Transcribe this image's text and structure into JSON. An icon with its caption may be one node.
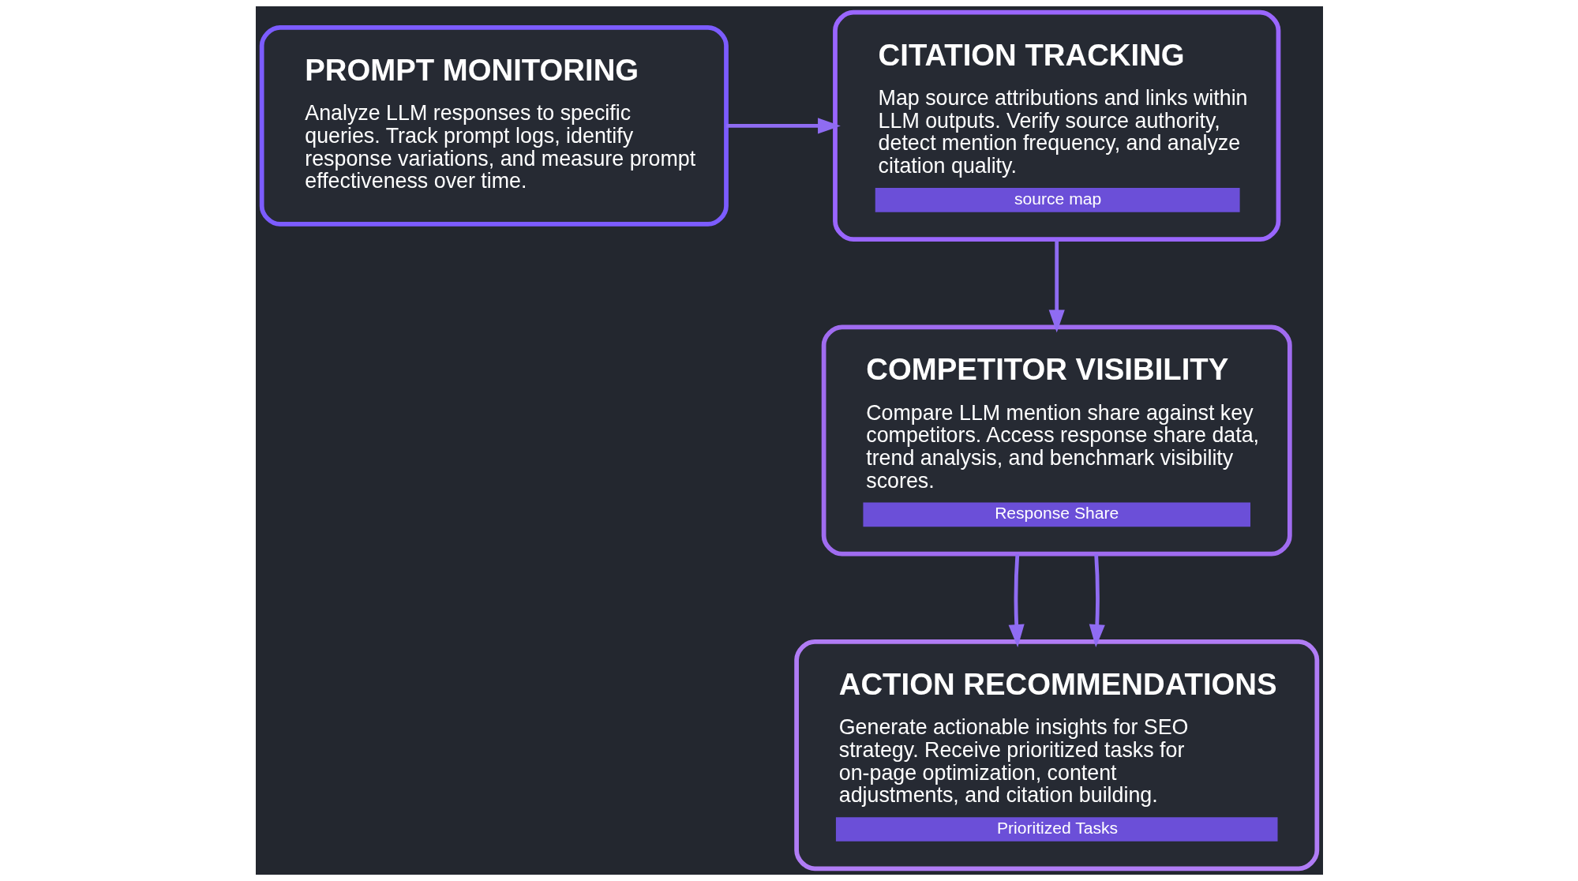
{
  "diagram": {
    "nodes": [
      {
        "text": [
          "PROMPT MONITORING",
          "Analyze LLM responses to specific queries. Track prompt logs, identify response variations, and measure prompt effectiveness over time."
        ]
      },
      {
        "text": [
          "CITATION TRACKING",
          "Map source attributions and links within LLM outputs. Verify source authority, detect mention frequency, and analyze citation quality.",
          "source map"
        ]
      },
      {
        "text": [
          "COMPETITOR VISIBILITY",
          "Compare LLM mention share against key competitors. Access response share data, trend analysis, and benchmark visibility scores.",
          "Response Share"
        ]
      },
      {
        "text": [
          "ACTION RECOMMENDATIONS",
          "Generate actionable insights for SEO strategy. Receive prioritized tasks for on-page optimization, content adjustments, and citation building.",
          "Prioritized Tasks"
        ]
      }
    ],
    "edges": [
      {
        "from": 0,
        "to": 1,
        "arrow": "to"
      },
      {
        "from": 1,
        "to": 2,
        "arrow": "to"
      },
      {
        "from": 2,
        "to": 3,
        "arrow": "to"
      },
      {
        "from": 2,
        "to": 3,
        "arrow": "to"
      }
    ]
  }
}
